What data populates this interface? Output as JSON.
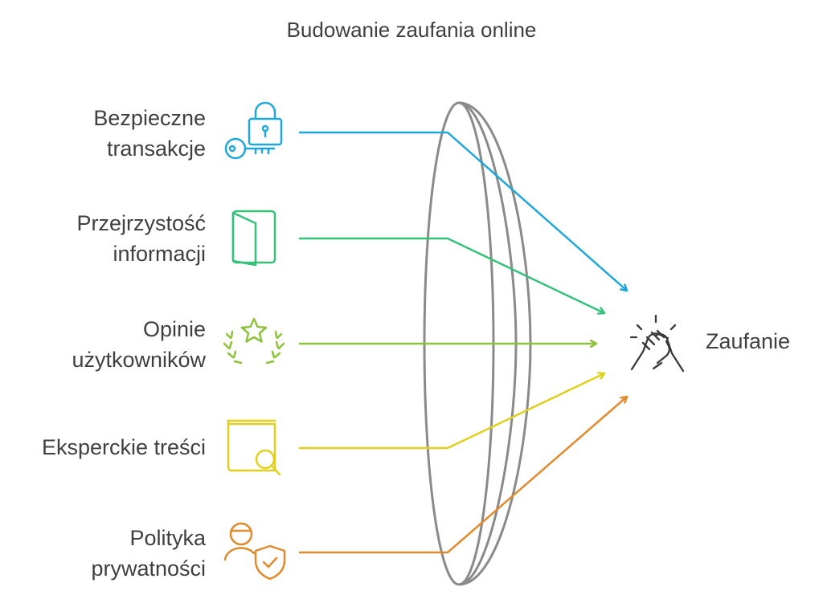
{
  "title": "Budowanie zaufania online",
  "inputs": [
    {
      "lines": [
        "Bezpieczne",
        "transakcje"
      ],
      "icon": "lock-key-icon",
      "color": "#1ea7d9"
    },
    {
      "lines": [
        "Przejrzystość",
        "informacji"
      ],
      "icon": "open-door-icon",
      "color": "#35c17a"
    },
    {
      "lines": [
        "Opinie",
        "użytkowników"
      ],
      "icon": "star-laurel-icon",
      "color": "#8dc23c"
    },
    {
      "lines": [
        "Eksperckie treści"
      ],
      "icon": "book-magnifier-icon",
      "color": "#e0cf1e"
    },
    {
      "lines": [
        "Polityka",
        "prywatności"
      ],
      "icon": "user-shield-icon",
      "color": "#e08a2e"
    }
  ],
  "output": {
    "label": "Zaufanie",
    "icon": "handshake-icon"
  },
  "lens_color": "#8a8a8a"
}
